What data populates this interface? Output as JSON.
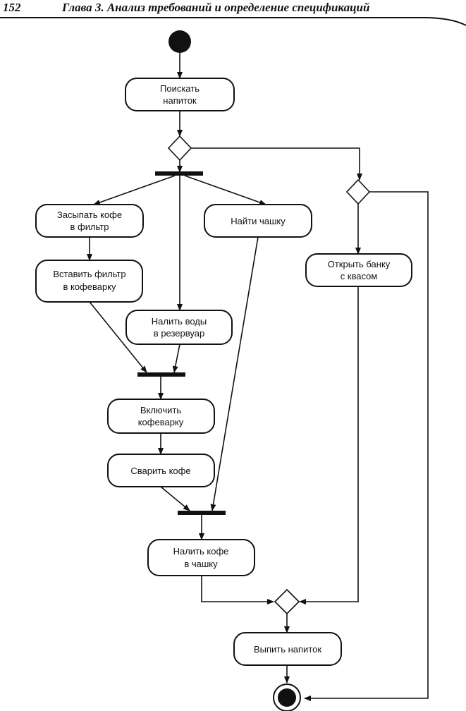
{
  "header": {
    "page_number": "152",
    "chapter_title": "Глава 3. Анализ требований и определение спецификаций"
  },
  "activities": {
    "search_drink": [
      "Поискать",
      "напиток"
    ],
    "coffee_to_filter": [
      "Засыпать кофе",
      "в фильтр"
    ],
    "find_cup": [
      "Найти чашку"
    ],
    "insert_filter": [
      "Вставить фильтр",
      "в кофеварку"
    ],
    "pour_water": [
      "Налить воды",
      "в резервуар"
    ],
    "open_kvass": [
      "Открыть банку",
      "с квасом"
    ],
    "turn_on": [
      "Включить",
      "кофеварку"
    ],
    "brew_coffee": [
      "Сварить кофе"
    ],
    "pour_coffee": [
      "Налить кофе",
      "в чашку"
    ],
    "drink": [
      "Выпить напиток"
    ]
  },
  "colors": {
    "ink": "#111111",
    "background": "#ffffff"
  }
}
